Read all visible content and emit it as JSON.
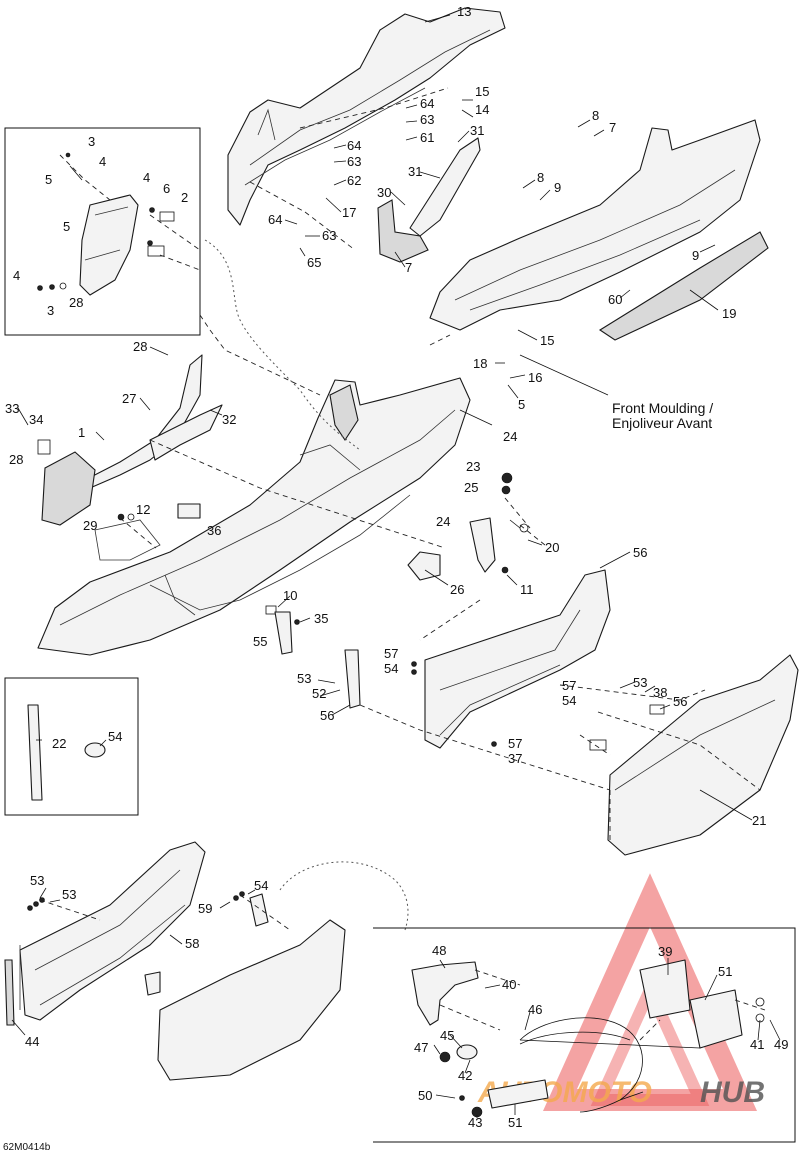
{
  "diagram": {
    "drawing_code": "62M0414b",
    "annotation": {
      "line1": "Front Moulding /",
      "line2": "Enjoliveur Avant"
    },
    "watermark": {
      "text_part1": "AUTOMOTO",
      "text_part2": "HUB",
      "color_primary": "#e83a3a",
      "color_secondary": "#f29a2e",
      "color_dark": "#333333"
    },
    "callouts": [
      "13",
      "15",
      "14",
      "64",
      "63",
      "61",
      "31",
      "64",
      "63",
      "62",
      "17",
      "64",
      "63",
      "65",
      "31",
      "30",
      "7",
      "8",
      "7",
      "8",
      "9",
      "9",
      "60",
      "19",
      "15",
      "18",
      "16",
      "5",
      "3",
      "4",
      "5",
      "4",
      "6",
      "2",
      "5",
      "4",
      "3",
      "28",
      "28",
      "27",
      "32",
      "33",
      "34",
      "28",
      "1",
      "24",
      "23",
      "25",
      "24",
      "20",
      "26",
      "11",
      "12",
      "29",
      "36",
      "10",
      "35",
      "55",
      "56",
      "57",
      "54",
      "53",
      "52",
      "56",
      "57",
      "54",
      "53",
      "38",
      "56",
      "57",
      "37",
      "21",
      "22",
      "54",
      "53",
      "53",
      "54",
      "59",
      "58",
      "44",
      "48",
      "40",
      "39",
      "51",
      "46",
      "45",
      "47",
      "42",
      "41",
      "49",
      "50",
      "43",
      "51"
    ]
  }
}
